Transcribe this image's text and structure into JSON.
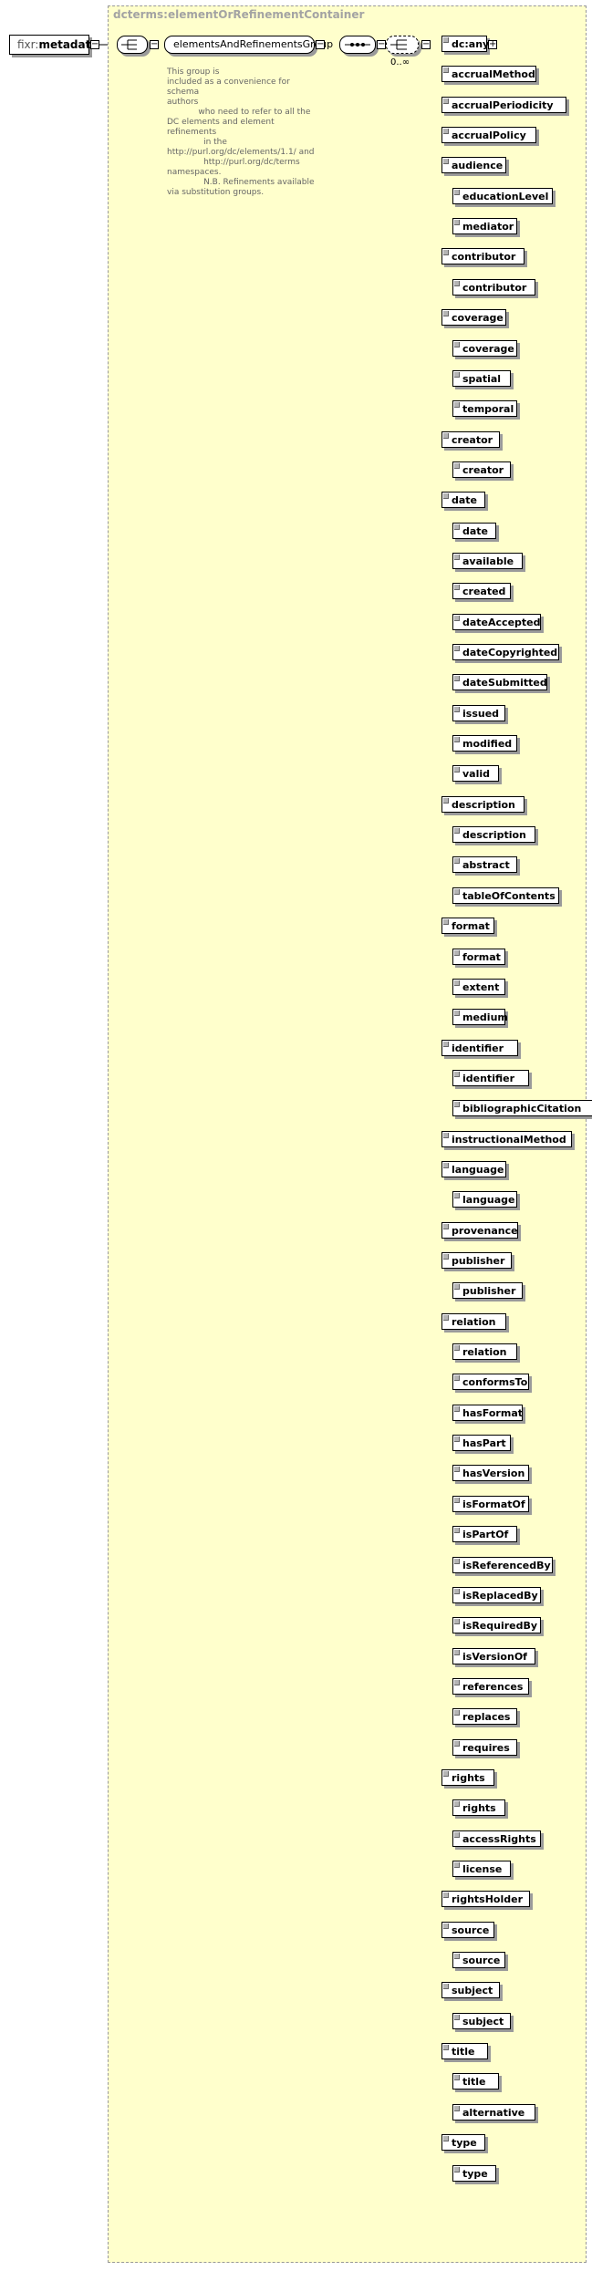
{
  "root": {
    "prefix": "fixr:",
    "name": "metadata"
  },
  "container": {
    "title": "dcterms:elementOrRefinementContainer"
  },
  "group": {
    "name": "elementsAndRefinementsGroup"
  },
  "documentation": "This group is\nincluded as a convenience for schema\nauthors\n            who need to refer to all the\nDC elements and element refinements\n              in the\nhttp://purl.org/dc/elements/1.1/ and\n              http://purl.org/dc/terms\nnamespaces.\n              N.B. Refinements available\nvia substitution groups.",
  "choice": {
    "cardinality": "0..∞"
  },
  "any": {
    "name": "dc:any"
  },
  "standalone": [
    "accrualMethod",
    "accrualPeriodicity",
    "accrualPolicy"
  ],
  "groups": [
    {
      "head": "audience",
      "members": [
        "educationLevel",
        "mediator"
      ]
    },
    {
      "head": "contributor",
      "members": [
        "contributor"
      ]
    },
    {
      "head": "coverage",
      "members": [
        "coverage",
        "spatial",
        "temporal"
      ]
    },
    {
      "head": "creator",
      "members": [
        "creator"
      ]
    },
    {
      "head": "date",
      "members": [
        "date",
        "available",
        "created",
        "dateAccepted",
        "dateCopyrighted",
        "dateSubmitted",
        "issued",
        "modified",
        "valid"
      ]
    },
    {
      "head": "description",
      "members": [
        "description",
        "abstract",
        "tableOfContents"
      ]
    },
    {
      "head": "format",
      "members": [
        "format",
        "extent",
        "medium"
      ]
    },
    {
      "head": "identifier",
      "members": [
        "identifier",
        "bibliographicCitation"
      ]
    },
    {
      "head": "instructionalMethod",
      "members": []
    },
    {
      "head": "language",
      "members": [
        "language"
      ]
    },
    {
      "head": "provenance",
      "members": []
    },
    {
      "head": "publisher",
      "members": [
        "publisher"
      ]
    },
    {
      "head": "relation",
      "members": [
        "relation",
        "conformsTo",
        "hasFormat",
        "hasPart",
        "hasVersion",
        "isFormatOf",
        "isPartOf",
        "isReferencedBy",
        "isReplacedBy",
        "isRequiredBy",
        "isVersionOf",
        "references",
        "replaces",
        "requires"
      ]
    },
    {
      "head": "rights",
      "members": [
        "rights",
        "accessRights",
        "license"
      ]
    },
    {
      "head": "rightsHolder",
      "members": []
    },
    {
      "head": "source",
      "members": [
        "source"
      ]
    },
    {
      "head": "subject",
      "members": [
        "subject"
      ]
    },
    {
      "head": "title",
      "members": [
        "title",
        "alternative"
      ]
    },
    {
      "head": "type",
      "members": [
        "type"
      ]
    }
  ]
}
